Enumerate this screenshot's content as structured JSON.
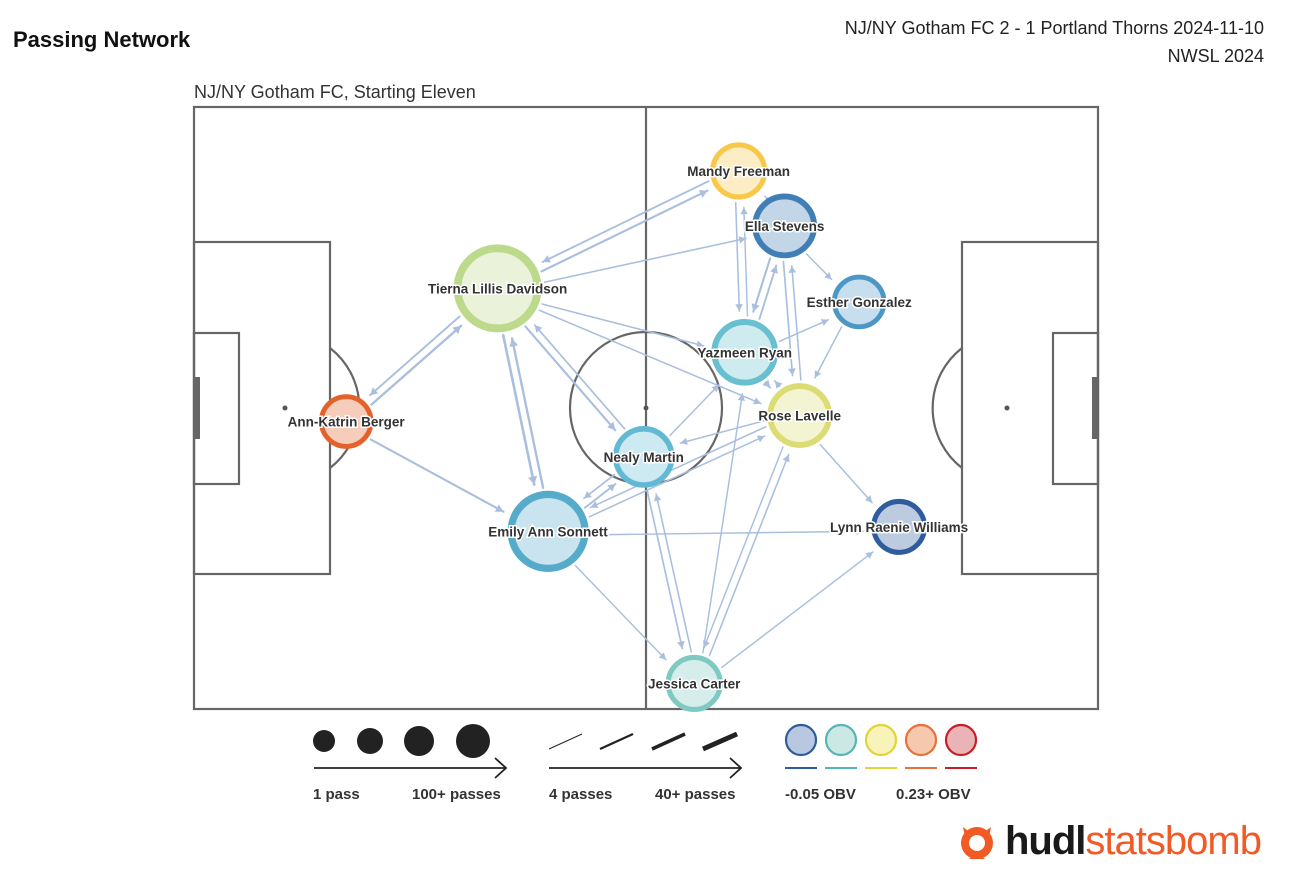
{
  "header": {
    "title": "Passing Network",
    "match_line1": "NJ/NY Gotham FC 2 - 1 Portland Thorns 2024-11-10",
    "match_line2": "NWSL 2024"
  },
  "subtitle": "NJ/NY Gotham FC, Starting Eleven",
  "chart_data": {
    "type": "network",
    "pitch": {
      "length": 120,
      "width": 80
    },
    "nodes": [
      {
        "id": "berger",
        "name": "Ann-Katrin Berger",
        "x": 20.2,
        "y": 41.8,
        "passes": 18,
        "obv_color": "#e4622a"
      },
      {
        "id": "davidson",
        "name": "Tierna Lillis Davidson",
        "x": 40.3,
        "y": 24.1,
        "passes": 100,
        "obv_color": "#bcd98c"
      },
      {
        "id": "sonnett",
        "name": "Emily Ann Sonnett",
        "x": 47.0,
        "y": 56.4,
        "passes": 78,
        "obv_color": "#56abca"
      },
      {
        "id": "martin",
        "name": "Nealy Martin",
        "x": 59.7,
        "y": 46.5,
        "passes": 30,
        "obv_color": "#62b9d3"
      },
      {
        "id": "carter",
        "name": "Jessica Carter",
        "x": 66.4,
        "y": 76.6,
        "passes": 22,
        "obv_color": "#7ec9c1"
      },
      {
        "id": "freeman",
        "name": "Mandy Freeman",
        "x": 72.3,
        "y": 8.5,
        "passes": 22,
        "obv_color": "#f7c84a"
      },
      {
        "id": "stevens",
        "name": "Ella Stevens",
        "x": 78.4,
        "y": 15.8,
        "passes": 36,
        "obv_color": "#3f7fb5"
      },
      {
        "id": "ryan",
        "name": "Yazmeen Ryan",
        "x": 73.1,
        "y": 32.6,
        "passes": 40,
        "obv_color": "#67bfd0"
      },
      {
        "id": "lavelle",
        "name": "Rose Lavelle",
        "x": 80.4,
        "y": 41.0,
        "passes": 36,
        "obv_color": "#dbdc73"
      },
      {
        "id": "gonzalez",
        "name": "Esther Gonzalez",
        "x": 88.3,
        "y": 25.9,
        "passes": 18,
        "obv_color": "#4d97c6"
      },
      {
        "id": "williams",
        "name": "Lynn Raenie Williams",
        "x": 93.6,
        "y": 55.8,
        "passes": 20,
        "obv_color": "#2e5c9d"
      }
    ],
    "edges": [
      {
        "from": "berger",
        "to": "davidson",
        "passes": 12
      },
      {
        "from": "davidson",
        "to": "berger",
        "passes": 8
      },
      {
        "from": "berger",
        "to": "sonnett",
        "passes": 10
      },
      {
        "from": "davidson",
        "to": "sonnett",
        "passes": 14
      },
      {
        "from": "sonnett",
        "to": "davidson",
        "passes": 12
      },
      {
        "from": "davidson",
        "to": "freeman",
        "passes": 10
      },
      {
        "from": "freeman",
        "to": "davidson",
        "passes": 8
      },
      {
        "from": "davidson",
        "to": "martin",
        "passes": 10
      },
      {
        "from": "martin",
        "to": "davidson",
        "passes": 6
      },
      {
        "from": "davidson",
        "to": "stevens",
        "passes": 5
      },
      {
        "from": "davidson",
        "to": "ryan",
        "passes": 5
      },
      {
        "from": "davidson",
        "to": "lavelle",
        "passes": 5
      },
      {
        "from": "sonnett",
        "to": "martin",
        "passes": 8
      },
      {
        "from": "martin",
        "to": "sonnett",
        "passes": 6
      },
      {
        "from": "sonnett",
        "to": "lavelle",
        "passes": 5
      },
      {
        "from": "sonnett",
        "to": "williams",
        "passes": 4
      },
      {
        "from": "sonnett",
        "to": "carter",
        "passes": 4
      },
      {
        "from": "martin",
        "to": "carter",
        "passes": 6
      },
      {
        "from": "carter",
        "to": "martin",
        "passes": 5
      },
      {
        "from": "martin",
        "to": "ryan",
        "passes": 4
      },
      {
        "from": "carter",
        "to": "lavelle",
        "passes": 5
      },
      {
        "from": "lavelle",
        "to": "carter",
        "passes": 4
      },
      {
        "from": "carter",
        "to": "williams",
        "passes": 4
      },
      {
        "from": "carter",
        "to": "ryan",
        "passes": 4
      },
      {
        "from": "freeman",
        "to": "ryan",
        "passes": 5
      },
      {
        "from": "ryan",
        "to": "freeman",
        "passes": 4
      },
      {
        "from": "stevens",
        "to": "ryan",
        "passes": 10
      },
      {
        "from": "ryan",
        "to": "stevens",
        "passes": 8
      },
      {
        "from": "stevens",
        "to": "lavelle",
        "passes": 6
      },
      {
        "from": "lavelle",
        "to": "stevens",
        "passes": 5
      },
      {
        "from": "stevens",
        "to": "freeman",
        "passes": 4
      },
      {
        "from": "stevens",
        "to": "gonzalez",
        "passes": 4
      },
      {
        "from": "ryan",
        "to": "lavelle",
        "passes": 8
      },
      {
        "from": "lavelle",
        "to": "ryan",
        "passes": 6
      },
      {
        "from": "ryan",
        "to": "gonzalez",
        "passes": 4
      },
      {
        "from": "gonzalez",
        "to": "lavelle",
        "passes": 4
      },
      {
        "from": "lavelle",
        "to": "williams",
        "passes": 4
      },
      {
        "from": "lavelle",
        "to": "martin",
        "passes": 5
      },
      {
        "from": "lavelle",
        "to": "sonnett",
        "passes": 5
      }
    ],
    "size_legend": {
      "min_label": "1 pass",
      "max_label": "100+ passes"
    },
    "width_legend": {
      "min_label": "4 passes",
      "max_label": "40+ passes"
    },
    "obv_legend": {
      "min_label": "-0.05 OBV",
      "max_label": "0.23+ OBV",
      "colors": [
        "#2e5c9d",
        "#56b5b5",
        "#e0d43a",
        "#e8703a",
        "#c81e28"
      ],
      "fills": [
        "#b7c8e0",
        "#cbe8e4",
        "#f8f3b9",
        "#f6c8ae",
        "#eab3b6"
      ]
    }
  },
  "brand": {
    "part1": "hudl",
    "part2": "statsbomb"
  }
}
